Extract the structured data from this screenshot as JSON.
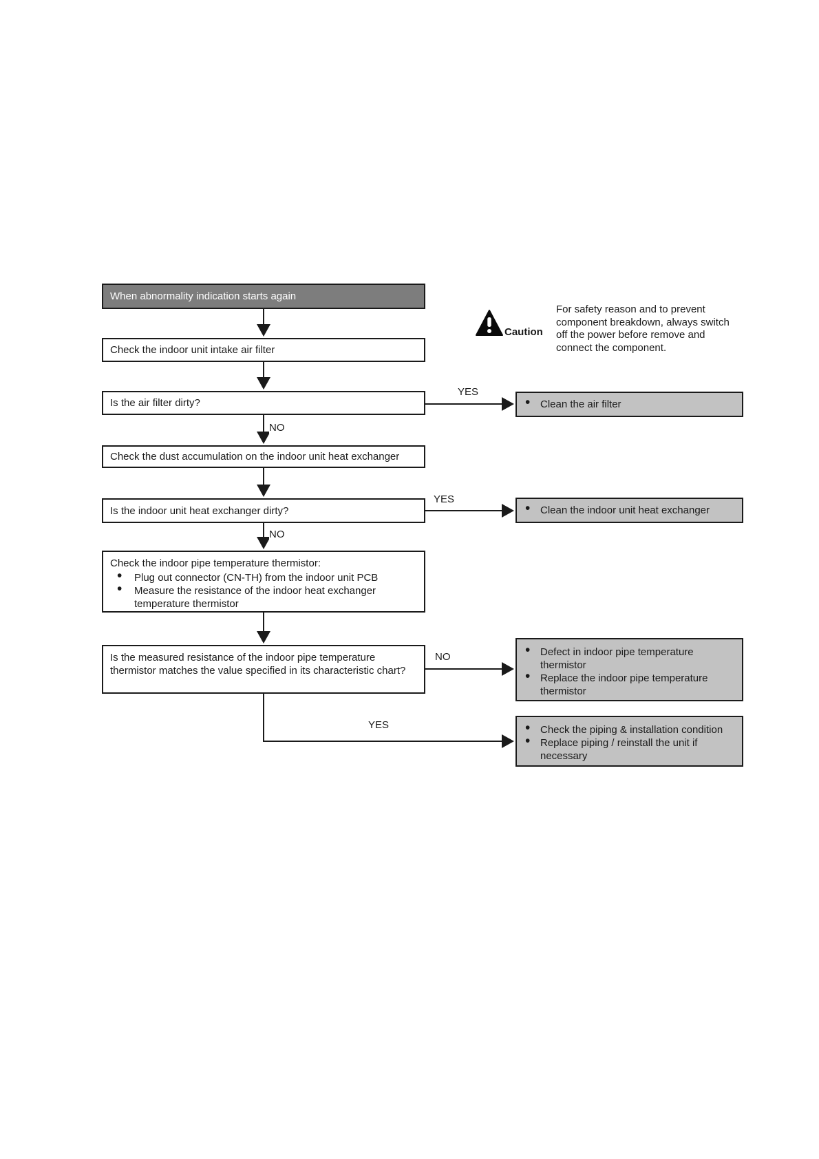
{
  "flowchart": {
    "start": {
      "label": "When abnormality indication starts again"
    },
    "caution": {
      "label": "Caution",
      "text": "For safety reason and to prevent component breakdown, always switch off the power before remove and connect the component."
    },
    "nodes": {
      "check_filter": {
        "label": "Check the indoor unit intake air filter"
      },
      "filter_dirty": {
        "label": "Is the air filter dirty?"
      },
      "clean_filter": {
        "bullets": [
          "Clean the air filter"
        ]
      },
      "check_dust": {
        "label": "Check the dust accumulation on the indoor unit heat exchanger"
      },
      "hx_dirty": {
        "label": "Is the indoor unit heat exchanger dirty?"
      },
      "clean_hx": {
        "bullets": [
          "Clean the indoor unit heat exchanger"
        ]
      },
      "check_thermistor": {
        "label": "Check the indoor pipe temperature thermistor:",
        "bullets": [
          "Plug out connector (CN-TH) from the indoor unit PCB",
          "Measure the resistance of the indoor heat exchanger temperature thermistor"
        ]
      },
      "resistance_match": {
        "label": "Is the measured resistance of the indoor pipe temperature thermistor matches the value specified in its characteristic chart?"
      },
      "defect_thermistor": {
        "bullets": [
          "Defect in indoor pipe temperature thermistor",
          "Replace the indoor pipe temperature thermistor"
        ]
      },
      "check_piping": {
        "bullets": [
          "Check the piping & installation condition",
          "Replace piping / reinstall the unit if necessary"
        ]
      }
    },
    "labels": {
      "yes": "YES",
      "no": "NO"
    },
    "colors": {
      "header_fill": "#7d7d7d",
      "header_text": "#ffffff",
      "action_fill": "#c2c2c2",
      "border": "#1a1a1a"
    }
  }
}
